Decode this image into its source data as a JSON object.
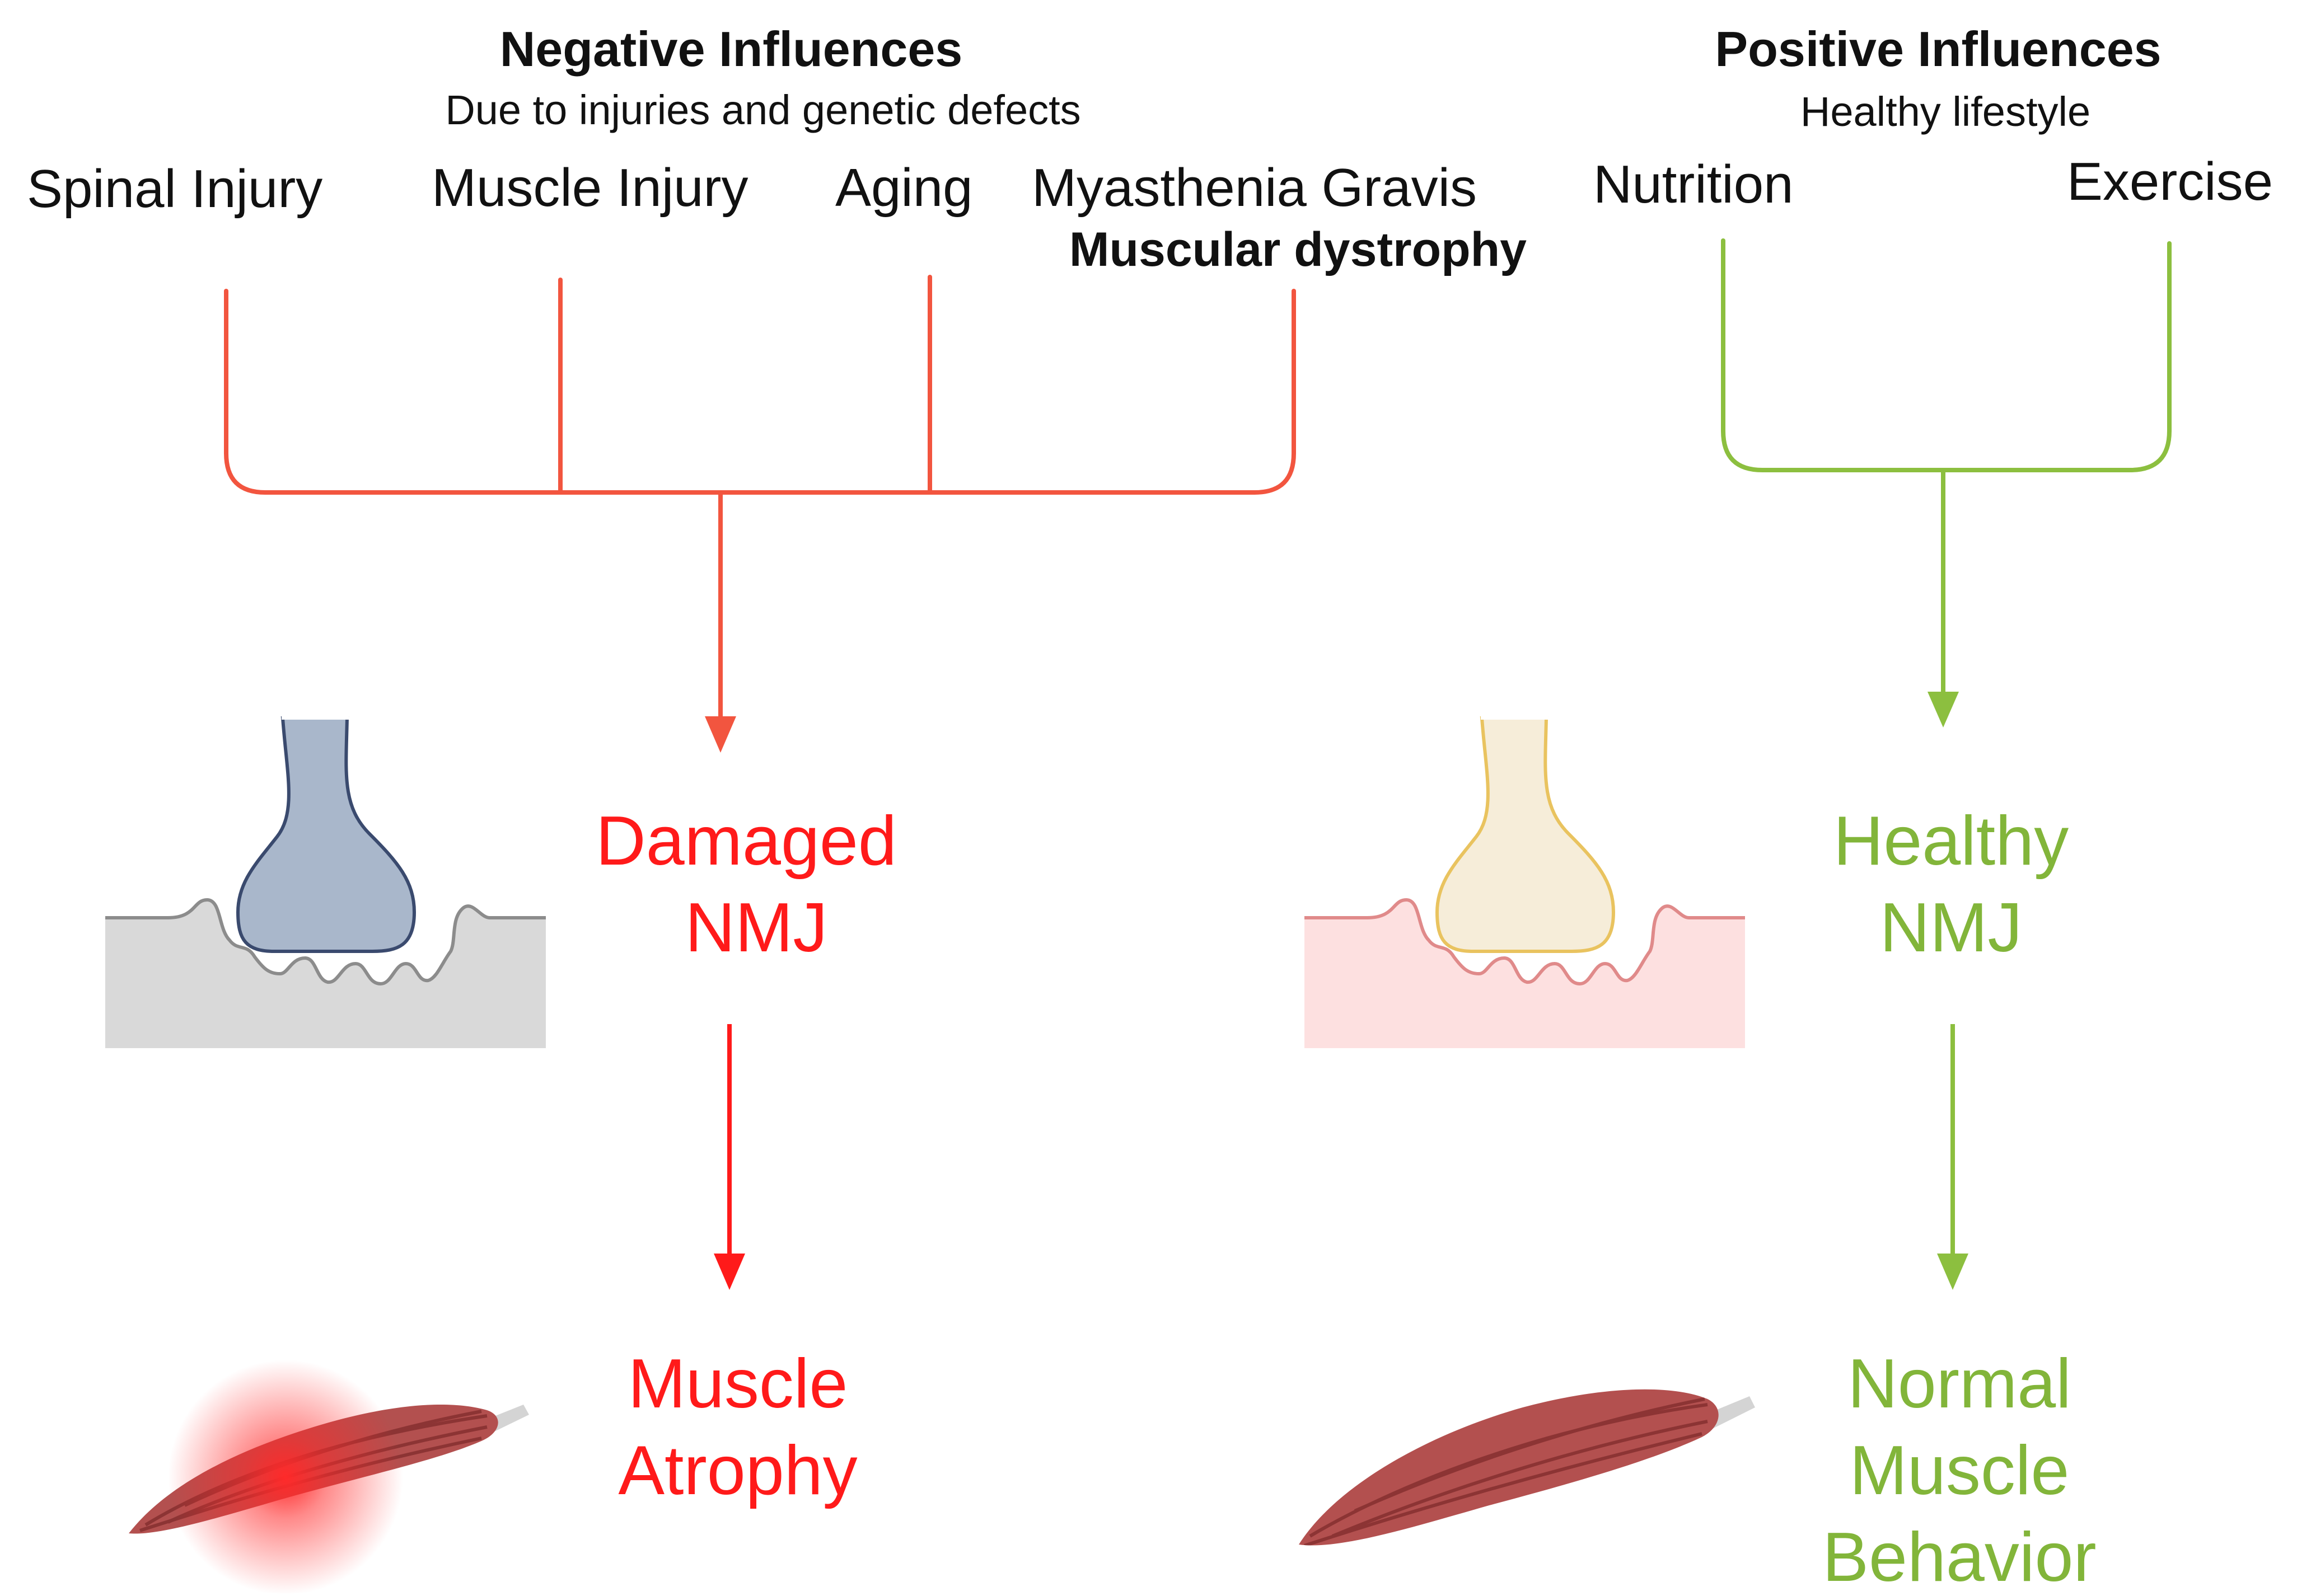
{
  "colors": {
    "negative": "#f2553f",
    "negative_text": "#ff1a1a",
    "positive": "#8cbf3f",
    "positive_text": "#82b53a",
    "text": "#111111",
    "nmj_damaged_fill": "#a9b7cb",
    "nmj_damaged_stroke": "#3a4a6e",
    "nmj_healthy_fill": "#f6edd9",
    "nmj_healthy_stroke": "#e9c35f",
    "muscle_damaged_bg": "#d9d9d9",
    "muscle_damaged_line": "#8c8c8c",
    "muscle_healthy_bg": "#fde0e0",
    "muscle_healthy_line": "#e08a8a",
    "muscle_fill": "#b3504f",
    "muscle_dark": "#8c3434",
    "muscle_light": "#cf7a76",
    "tendon": "#d4d4d4",
    "glow": "#ff2a2a"
  },
  "negative": {
    "title": "Negative Influences",
    "subtitle": "Due to injuries and genetic defects",
    "causes": {
      "spinal_injury": "Spinal Injury",
      "muscle_injury": "Muscle Injury",
      "aging": "Aging",
      "myasthenia_gravis": "Myasthenia Gravis",
      "muscular_dystrophy": "Muscular dystrophy"
    },
    "nmj_line1": "Damaged",
    "nmj_line2": "NMJ",
    "outcome_line1": "Muscle",
    "outcome_line2": "Atrophy"
  },
  "positive": {
    "title": "Positive Influences",
    "subtitle": "Healthy lifestyle",
    "causes": {
      "nutrition": "Nutrition",
      "exercise": "Exercise"
    },
    "nmj_line1": "Healthy",
    "nmj_line2": "NMJ",
    "outcome_line1": "Normal",
    "outcome_line2": "Muscle",
    "outcome_line3": "Behavior"
  }
}
